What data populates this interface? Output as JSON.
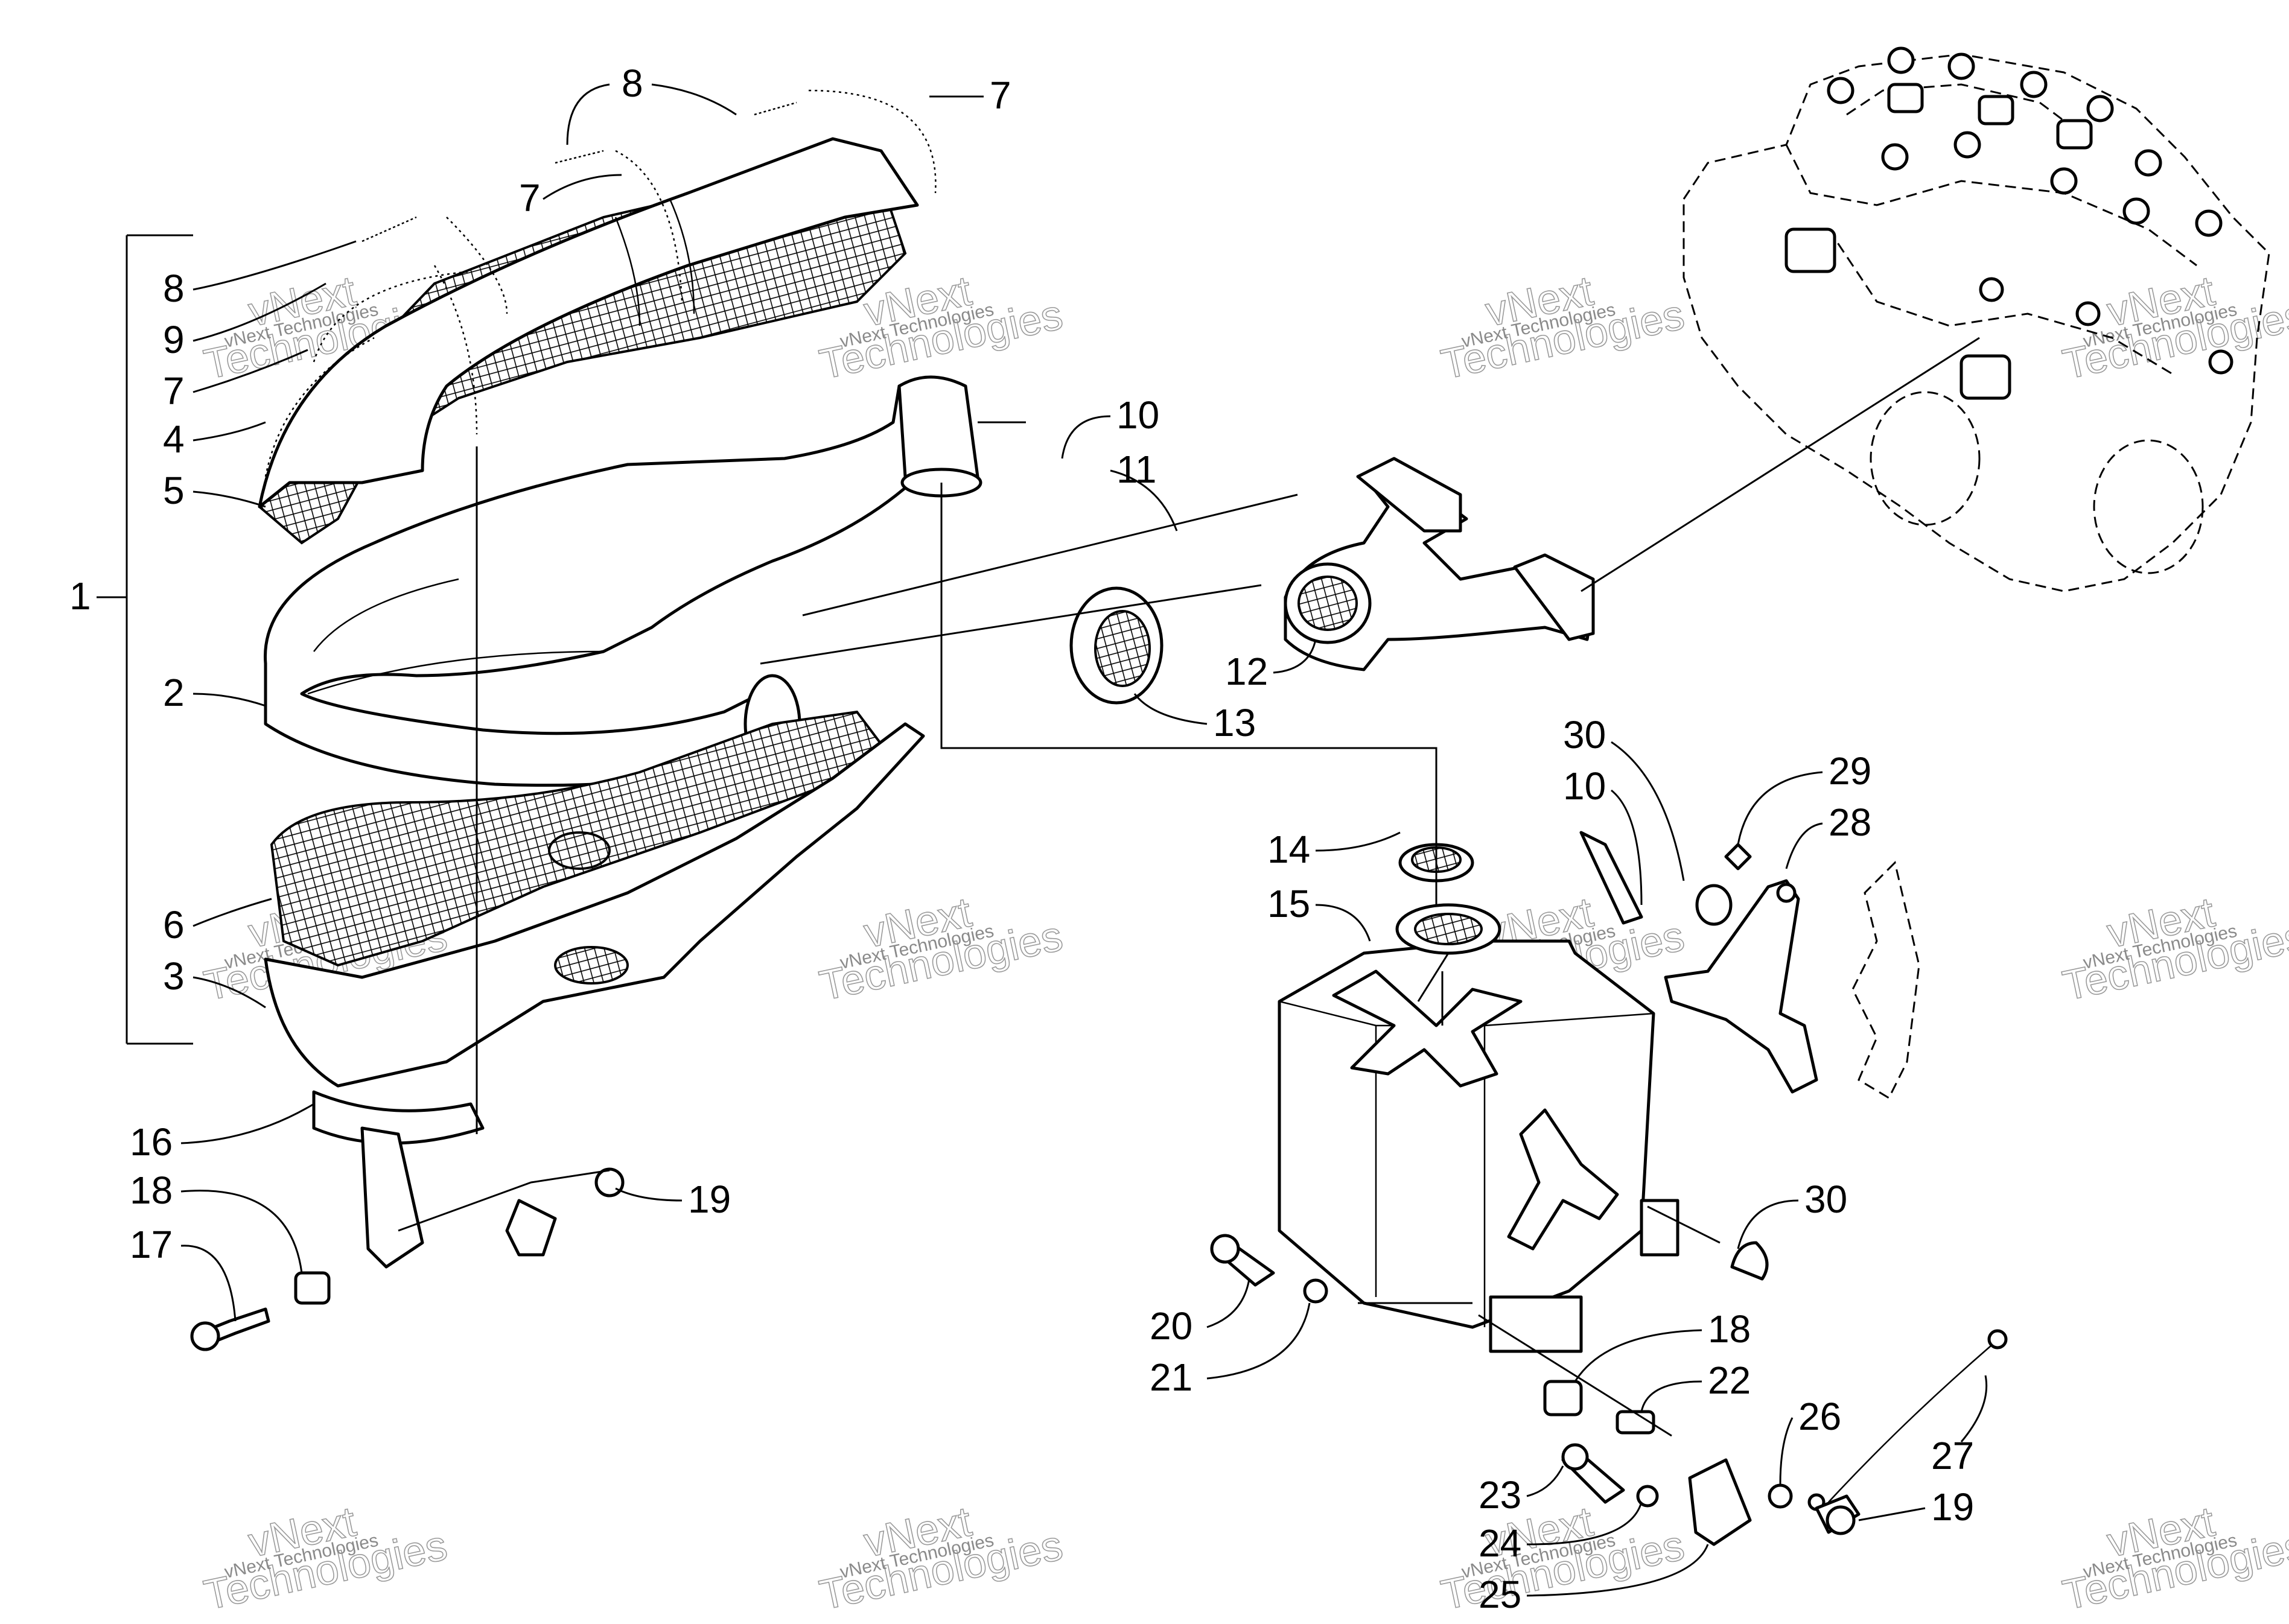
{
  "watermark": {
    "line1": "vNext",
    "line2": "Technologies",
    "small": "vNext Technologies"
  },
  "callouts": {
    "c1": "1",
    "c2": "2",
    "c3": "3",
    "c4": "4",
    "c5": "5",
    "c6": "6",
    "c7a": "7",
    "c7b": "7",
    "c7c": "7",
    "c8a": "8",
    "c8b": "8",
    "c9": "9",
    "c10a": "10",
    "c10b": "10",
    "c11": "11",
    "c12": "12",
    "c13": "13",
    "c14": "14",
    "c15": "15",
    "c16": "16",
    "c17": "17",
    "c18a": "18",
    "c18b": "18",
    "c19a": "19",
    "c19b": "19",
    "c20": "20",
    "c21": "21",
    "c22": "22",
    "c23": "23",
    "c24": "24",
    "c25": "25",
    "c26": "26",
    "c27": "27",
    "c28": "28",
    "c29": "29",
    "c30a": "30",
    "c30b": "30"
  }
}
